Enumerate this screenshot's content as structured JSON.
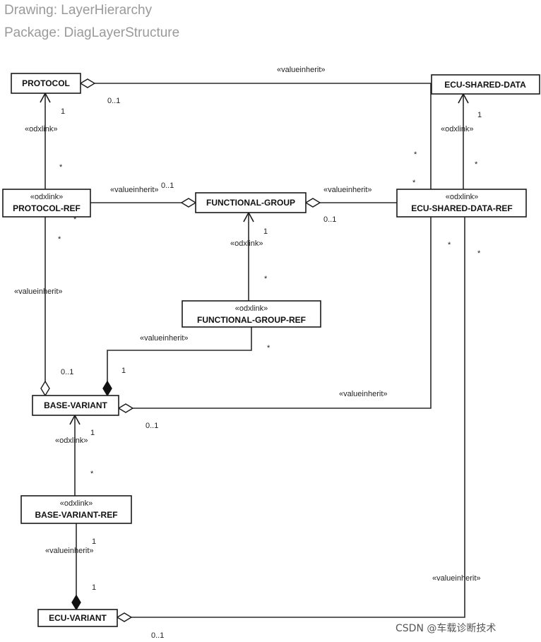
{
  "header": {
    "drawing": "Drawing: LayerHierarchy",
    "package": "Package: DiagLayerStructure"
  },
  "boxes": {
    "protocol": "PROTOCOL",
    "ecu_shared_data": "ECU-SHARED-DATA",
    "protocol_ref": "PROTOCOL-REF",
    "functional_group": "FUNCTIONAL-GROUP",
    "ecu_shared_data_ref": "ECU-SHARED-DATA-REF",
    "functional_group_ref": "FUNCTIONAL-GROUP-REF",
    "base_variant": "BASE-VARIANT",
    "base_variant_ref": "BASE-VARIANT-REF",
    "ecu_variant": "ECU-VARIANT"
  },
  "stereotypes": {
    "odxlink": "«odxlink»",
    "valueinherit": "«valueinherit»"
  },
  "multiplicities": {
    "one": "1",
    "zero_one": "0..1",
    "many": "*"
  },
  "watermark": "CSDN @车载诊断技术"
}
